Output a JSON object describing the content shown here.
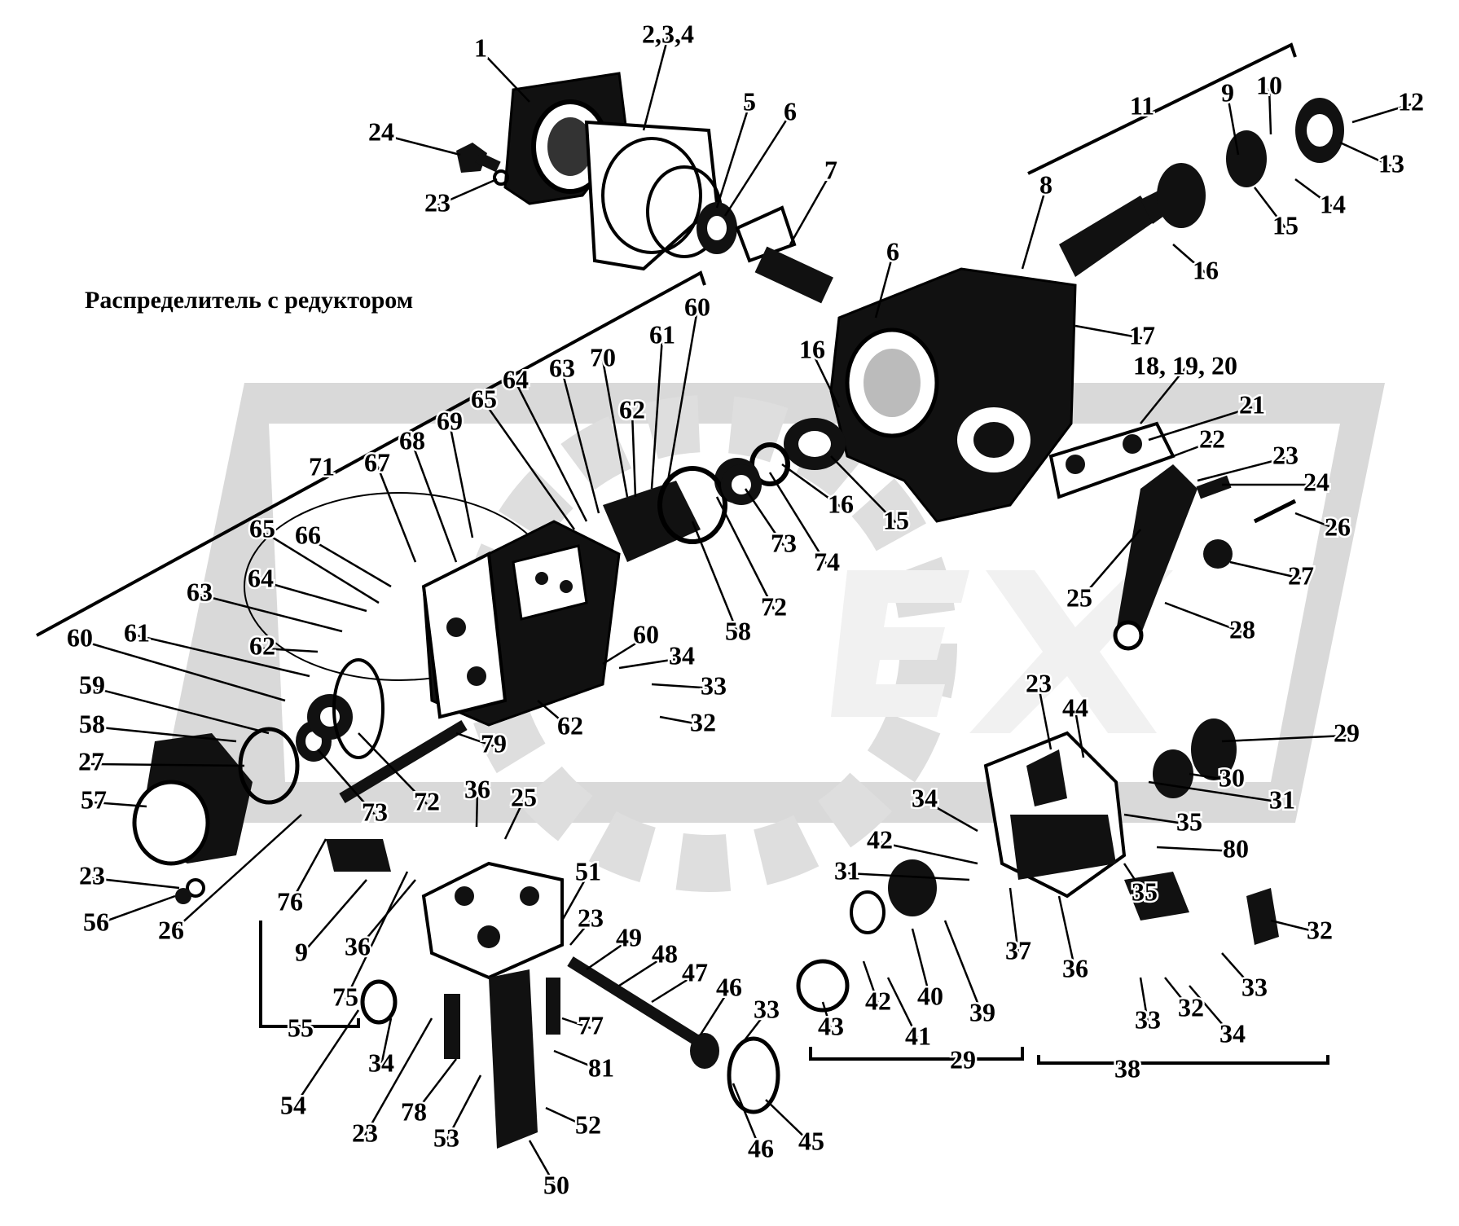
{
  "title": "Распределитель с редуктором",
  "watermark": {
    "fill": "#d9d9d9",
    "lettering": "PEX"
  },
  "parts": [
    {
      "id": "p1",
      "text": "1"
    },
    {
      "id": "p2",
      "text": "2,3,4"
    },
    {
      "id": "p5",
      "text": "5"
    },
    {
      "id": "p6a",
      "text": "6"
    },
    {
      "id": "p7",
      "text": "7"
    },
    {
      "id": "p24a",
      "text": "24"
    },
    {
      "id": "p23a",
      "text": "23"
    },
    {
      "id": "p11",
      "text": "11"
    },
    {
      "id": "p9a",
      "text": "9"
    },
    {
      "id": "p10",
      "text": "10"
    },
    {
      "id": "p12",
      "text": "12"
    },
    {
      "id": "p13",
      "text": "13"
    },
    {
      "id": "p14",
      "text": "14"
    },
    {
      "id": "p15a",
      "text": "15"
    },
    {
      "id": "p16a",
      "text": "16"
    },
    {
      "id": "p8",
      "text": "8"
    },
    {
      "id": "p6b",
      "text": "6"
    },
    {
      "id": "p17",
      "text": "17"
    },
    {
      "id": "p16b",
      "text": "16"
    },
    {
      "id": "p18",
      "text": "18, 19, 20"
    },
    {
      "id": "p21",
      "text": "21"
    },
    {
      "id": "p22",
      "text": "22"
    },
    {
      "id": "p23b",
      "text": "23"
    },
    {
      "id": "p24b",
      "text": "24"
    },
    {
      "id": "p26a",
      "text": "26"
    },
    {
      "id": "p27a",
      "text": "27"
    },
    {
      "id": "p25a",
      "text": "25"
    },
    {
      "id": "p28",
      "text": "28"
    },
    {
      "id": "p16c",
      "text": "16"
    },
    {
      "id": "p15b",
      "text": "15"
    },
    {
      "id": "p73a",
      "text": "73"
    },
    {
      "id": "p74",
      "text": "74"
    },
    {
      "id": "p72a",
      "text": "72"
    },
    {
      "id": "p58a",
      "text": "58"
    },
    {
      "id": "p60a",
      "text": "60"
    },
    {
      "id": "p61a",
      "text": "61"
    },
    {
      "id": "p70",
      "text": "70"
    },
    {
      "id": "p62a",
      "text": "62"
    },
    {
      "id": "p63a",
      "text": "63"
    },
    {
      "id": "p64a",
      "text": "64"
    },
    {
      "id": "p65a",
      "text": "65"
    },
    {
      "id": "p69",
      "text": "69"
    },
    {
      "id": "p68",
      "text": "68"
    },
    {
      "id": "p67",
      "text": "67"
    },
    {
      "id": "p71",
      "text": "71"
    },
    {
      "id": "p66",
      "text": "66"
    },
    {
      "id": "p65b",
      "text": "65"
    },
    {
      "id": "p64b",
      "text": "64"
    },
    {
      "id": "p63b",
      "text": "63"
    },
    {
      "id": "p62b",
      "text": "62"
    },
    {
      "id": "p61b",
      "text": "61"
    },
    {
      "id": "p60b",
      "text": "60"
    },
    {
      "id": "p59",
      "text": "59"
    },
    {
      "id": "p58b",
      "text": "58"
    },
    {
      "id": "p27b",
      "text": "27"
    },
    {
      "id": "p57",
      "text": "57"
    },
    {
      "id": "p23c",
      "text": "23"
    },
    {
      "id": "p56",
      "text": "56"
    },
    {
      "id": "p26b",
      "text": "26"
    },
    {
      "id": "p60c",
      "text": "60"
    },
    {
      "id": "p34a",
      "text": "34"
    },
    {
      "id": "p33a",
      "text": "33"
    },
    {
      "id": "p32a",
      "text": "32"
    },
    {
      "id": "p62c",
      "text": "62"
    },
    {
      "id": "p79",
      "text": "79"
    },
    {
      "id": "p72b",
      "text": "72"
    },
    {
      "id": "p73b",
      "text": "73"
    },
    {
      "id": "p76",
      "text": "76"
    },
    {
      "id": "p9b",
      "text": "9"
    },
    {
      "id": "p36a",
      "text": "36"
    },
    {
      "id": "p36b",
      "text": "36"
    },
    {
      "id": "p25b",
      "text": "25"
    },
    {
      "id": "p75",
      "text": "75"
    },
    {
      "id": "p55",
      "text": "55"
    },
    {
      "id": "p51",
      "text": "51"
    },
    {
      "id": "p23d",
      "text": "23"
    },
    {
      "id": "p49",
      "text": "49"
    },
    {
      "id": "p48",
      "text": "48"
    },
    {
      "id": "p47",
      "text": "47"
    },
    {
      "id": "p46a",
      "text": "46"
    },
    {
      "id": "p33b",
      "text": "33"
    },
    {
      "id": "p77",
      "text": "77"
    },
    {
      "id": "p81",
      "text": "81"
    },
    {
      "id": "p34b",
      "text": "34"
    },
    {
      "id": "p54",
      "text": "54"
    },
    {
      "id": "p23e",
      "text": "23"
    },
    {
      "id": "p78",
      "text": "78"
    },
    {
      "id": "p53",
      "text": "53"
    },
    {
      "id": "p52",
      "text": "52"
    },
    {
      "id": "p50",
      "text": "50"
    },
    {
      "id": "p46b",
      "text": "46"
    },
    {
      "id": "p45",
      "text": "45"
    },
    {
      "id": "p23f",
      "text": "23"
    },
    {
      "id": "p44",
      "text": "44"
    },
    {
      "id": "p29a",
      "text": "29"
    },
    {
      "id": "p30",
      "text": "30"
    },
    {
      "id": "p31a",
      "text": "31"
    },
    {
      "id": "p34c",
      "text": "34"
    },
    {
      "id": "p35a",
      "text": "35"
    },
    {
      "id": "p42a",
      "text": "42"
    },
    {
      "id": "p80",
      "text": "80"
    },
    {
      "id": "p31b",
      "text": "31"
    },
    {
      "id": "p35b",
      "text": "35"
    },
    {
      "id": "p37",
      "text": "37"
    },
    {
      "id": "p36c",
      "text": "36"
    },
    {
      "id": "p32b",
      "text": "32"
    },
    {
      "id": "p33c",
      "text": "33"
    },
    {
      "id": "p32c",
      "text": "32"
    },
    {
      "id": "p33d",
      "text": "33"
    },
    {
      "id": "p34d",
      "text": "34"
    },
    {
      "id": "p40",
      "text": "40"
    },
    {
      "id": "p39",
      "text": "39"
    },
    {
      "id": "p41",
      "text": "41"
    },
    {
      "id": "p42b",
      "text": "42"
    },
    {
      "id": "p43",
      "text": "43"
    },
    {
      "id": "p29b",
      "text": "29"
    },
    {
      "id": "p38",
      "text": "38"
    }
  ]
}
